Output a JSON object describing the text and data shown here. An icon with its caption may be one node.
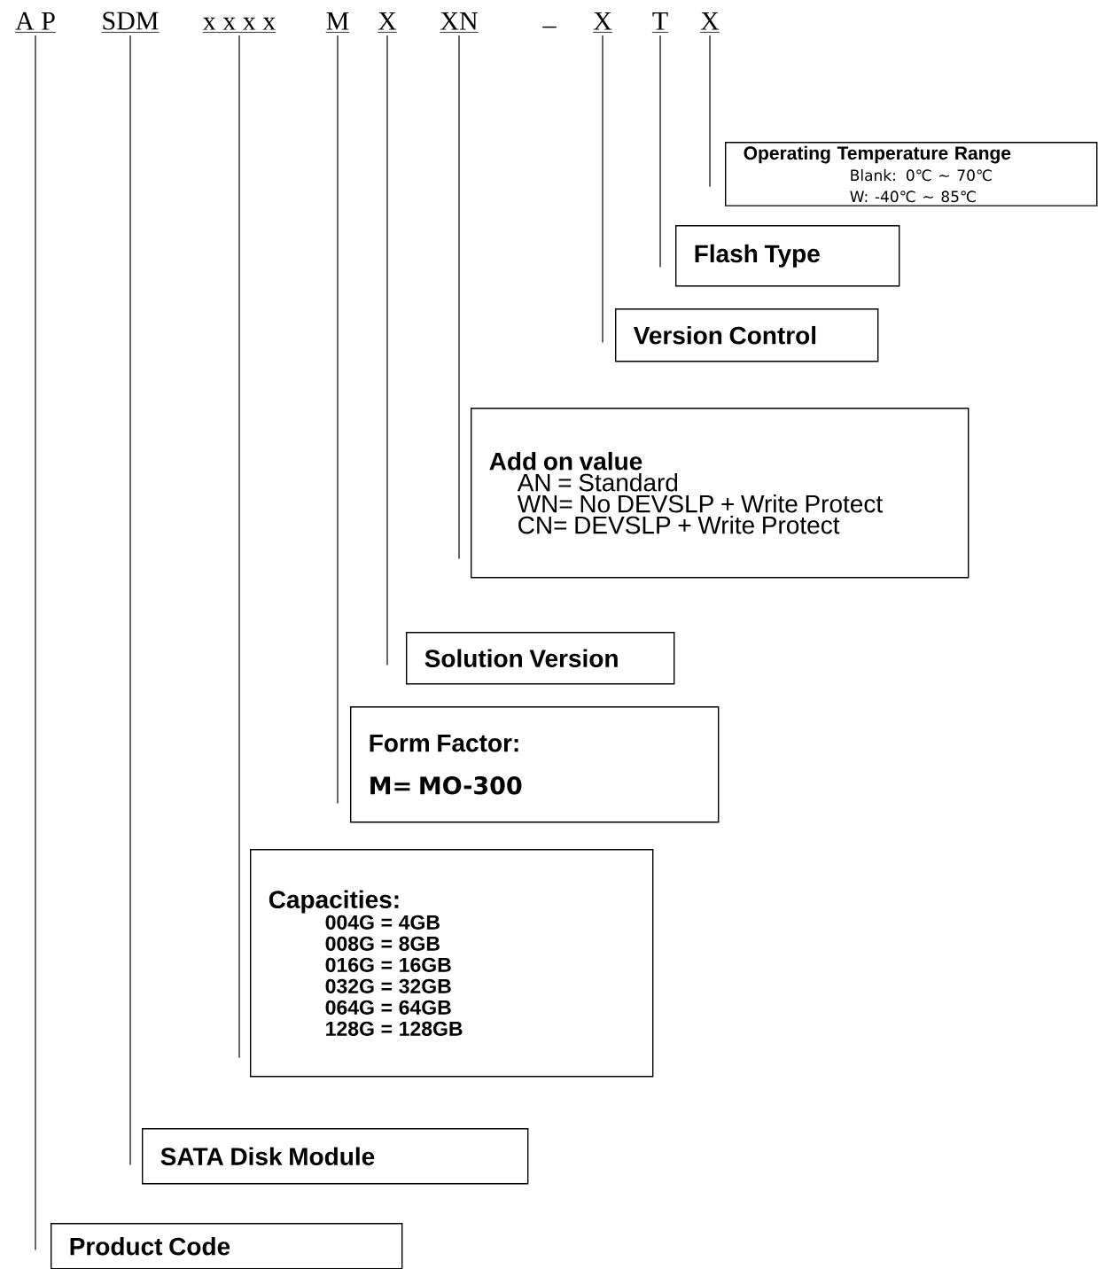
{
  "diagram": {
    "nodes": [
      {
        "text": [
          "A P"
        ]
      },
      {
        "text": [
          "SDM"
        ]
      },
      {
        "text": [
          "x x x x"
        ]
      },
      {
        "text": [
          "M"
        ]
      },
      {
        "text": [
          "X"
        ]
      },
      {
        "text": [
          "XN"
        ]
      },
      {
        "text": [
          "X"
        ]
      },
      {
        "text": [
          "T"
        ]
      },
      {
        "text": [
          "X"
        ]
      },
      {
        "text": [
          "Operating Temperature Range",
          "Blank: 0℃ ~ 70℃",
          "W: -40℃ ~ 85℃"
        ]
      },
      {
        "text": [
          "Flash Type"
        ]
      },
      {
        "text": [
          "Version Control"
        ]
      },
      {
        "text": [
          "Add on value",
          "AN = Standard",
          "WN= No DEVSLP + Write Protect",
          "CN= DEVSLP + Write Protect"
        ]
      },
      {
        "text": [
          "Solution Version"
        ]
      },
      {
        "text": [
          "Form Factor:",
          "M= MO-300"
        ]
      },
      {
        "text": [
          "Capacities:",
          "004G = 4GB",
          "008G = 8GB",
          "016G = 16GB",
          "032G = 32GB",
          "064G = 64GB",
          "128G = 128GB"
        ]
      },
      {
        "text": [
          "SATA Disk Module"
        ]
      },
      {
        "text": [
          "Product Code"
        ]
      }
    ],
    "edges": [
      {
        "from": 8,
        "to": 9,
        "arrow": "none"
      },
      {
        "from": 7,
        "to": 10,
        "arrow": "none"
      },
      {
        "from": 6,
        "to": 11,
        "arrow": "none"
      },
      {
        "from": 5,
        "to": 12,
        "arrow": "none"
      },
      {
        "from": 4,
        "to": 13,
        "arrow": "none"
      },
      {
        "from": 3,
        "to": 14,
        "arrow": "none"
      },
      {
        "from": 2,
        "to": 15,
        "arrow": "none"
      },
      {
        "from": 1,
        "to": 16,
        "arrow": "none"
      },
      {
        "from": 0,
        "to": 17,
        "arrow": "none"
      }
    ],
    "labels": [
      "–"
    ]
  }
}
